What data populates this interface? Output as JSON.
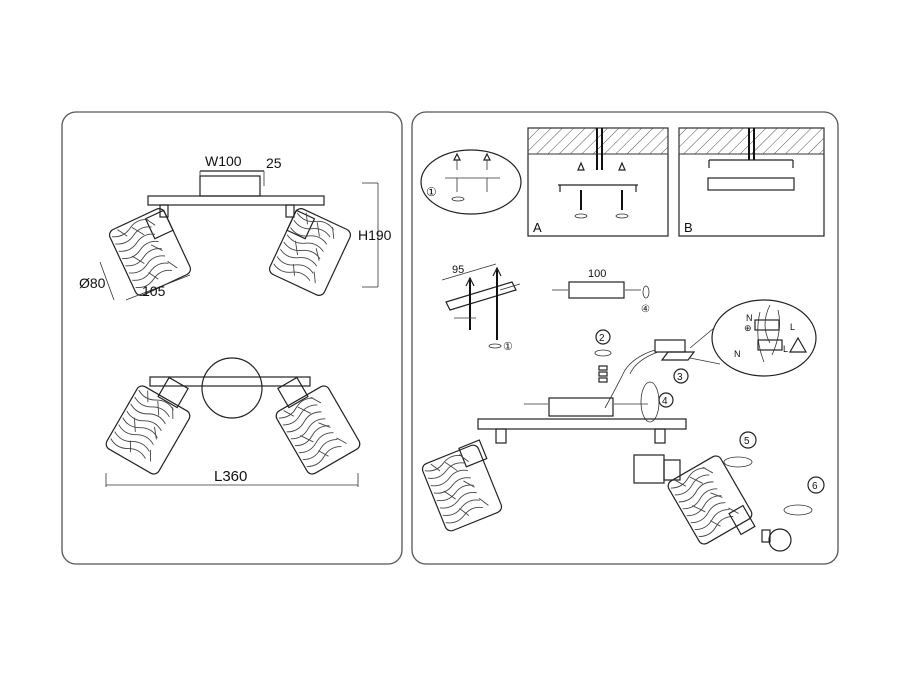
{
  "dimensions": {
    "width": "W100",
    "depth": "25",
    "height": "H190",
    "diameter": "Ø80",
    "shade_length": "105",
    "length": "L360"
  },
  "installation": {
    "label_a": "A",
    "label_b": "B",
    "hole_spacing": "95",
    "plate_length": "100",
    "wiring_n": "N",
    "wiring_l": "L",
    "steps": [
      "①",
      "2",
      "3",
      "4",
      "5",
      "6"
    ],
    "step_small_1": "①",
    "step_small_4": "④",
    "symbol_earth": "⊕"
  }
}
